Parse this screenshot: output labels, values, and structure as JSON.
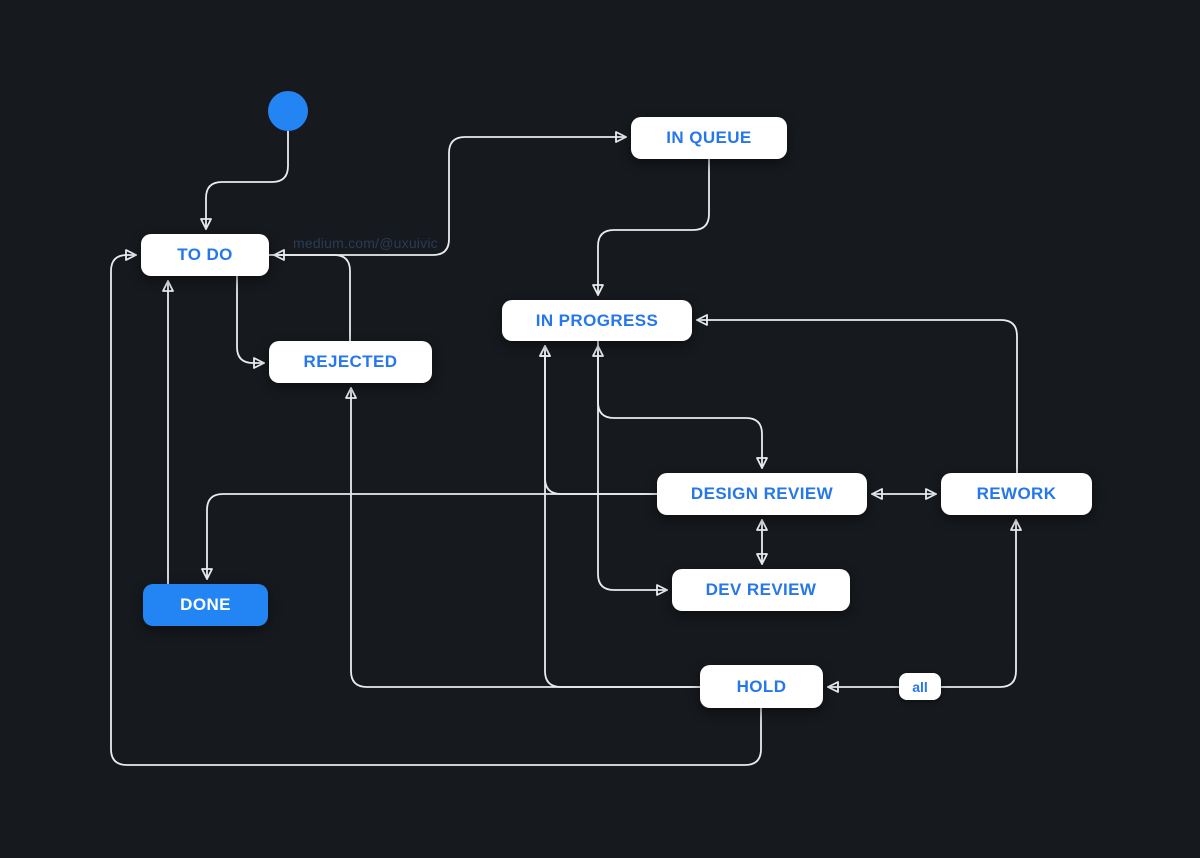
{
  "watermark": "medium.com/@uxuivic",
  "colors": {
    "background": "#16191e",
    "accent_blue": "#2385f4",
    "node_text_blue": "#2677ec",
    "node_background": "#ffffff",
    "line": "#e9ebee",
    "watermark": "#2b3b55"
  },
  "nodes": {
    "start": {
      "label": "",
      "type": "start-point"
    },
    "todo": {
      "label": "TO DO"
    },
    "in_queue": {
      "label": "IN QUEUE"
    },
    "in_progress": {
      "label": "IN PROGRESS"
    },
    "rejected": {
      "label": "REJECTED"
    },
    "design_review": {
      "label": "DESIGN REVIEW"
    },
    "rework": {
      "label": "REWORK"
    },
    "dev_review": {
      "label": "DEV REVIEW"
    },
    "done": {
      "label": "DONE",
      "variant": "primary"
    },
    "hold": {
      "label": "HOLD"
    }
  },
  "edge_labels": {
    "all": "all"
  },
  "edges": [
    {
      "from": "start",
      "to": "todo"
    },
    {
      "from": "todo",
      "to": "in_queue"
    },
    {
      "from": "in_queue",
      "to": "in_progress"
    },
    {
      "from": "todo",
      "to": "rejected"
    },
    {
      "from": "rejected",
      "to": "todo"
    },
    {
      "from": "done",
      "to": "todo"
    },
    {
      "from": "hold",
      "to": "todo"
    },
    {
      "from": "rework",
      "to": "in_progress"
    },
    {
      "from": "in_progress",
      "to": "design_review"
    },
    {
      "from": "in_progress",
      "to": "dev_review",
      "bidirectional": true
    },
    {
      "from": "design_review",
      "to": "dev_review",
      "bidirectional": true
    },
    {
      "from": "design_review",
      "to": "rework",
      "bidirectional": true
    },
    {
      "from": "design_review",
      "to": "in_progress"
    },
    {
      "from": "design_review",
      "to": "done"
    },
    {
      "from": "hold",
      "to": "in_progress"
    },
    {
      "from": "hold",
      "to": "rejected"
    },
    {
      "from": "hold",
      "to": "rework",
      "bidirectional": true,
      "label": "all"
    }
  ]
}
